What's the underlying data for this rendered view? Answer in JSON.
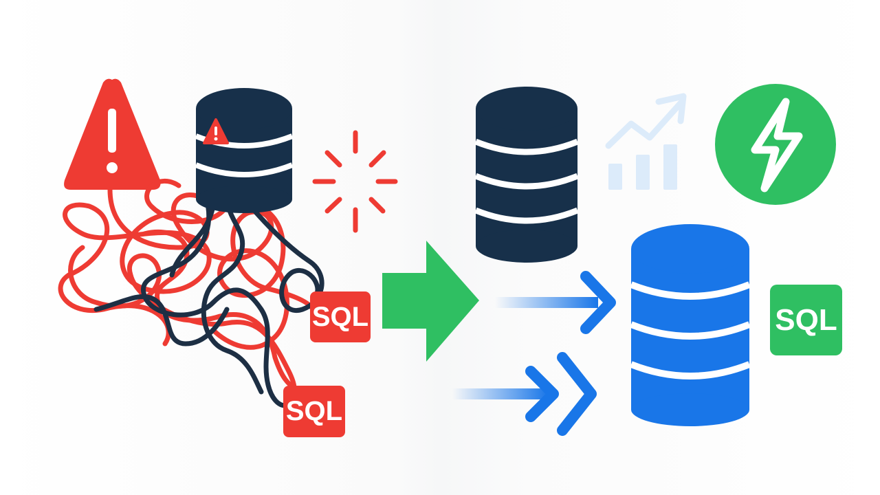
{
  "labels": {
    "sql_before_1": "SQL",
    "sql_before_2": "SQL",
    "sql_after": "SQL"
  },
  "colors": {
    "error_red": "#ee3b33",
    "database_navy": "#17304a",
    "optimized_blue": "#1976e8",
    "success_green": "#2fbf62",
    "growth_chart_light_blue": "#dcebfa"
  },
  "icons": {
    "before": [
      "warning-triangle-icon",
      "database-warning-icon",
      "loading-spinner-icon",
      "tangled-lines"
    ],
    "transition": "right-arrow-icon",
    "after": [
      "database-icon",
      "growth-chart-icon",
      "lightning-bolt-icon",
      "database-blue-icon",
      "speed-arrows"
    ]
  }
}
